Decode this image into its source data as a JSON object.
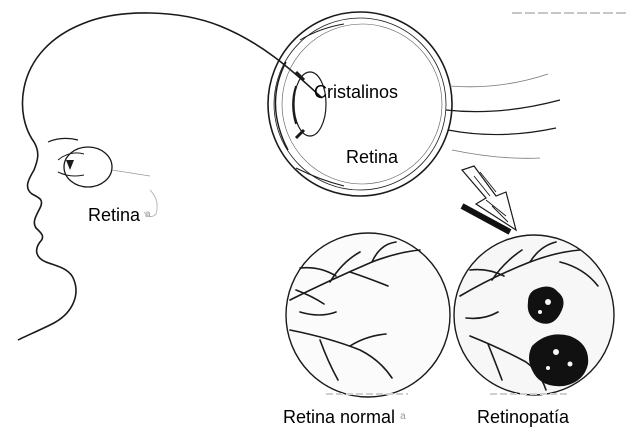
{
  "labels": {
    "cristalinos": "Cristalinos",
    "retina_eye": "Retina",
    "retina_head": "Retina",
    "retina_normal": "Retina normal",
    "retinopatia": "Retinopatía",
    "note_mark": "a"
  },
  "colors": {
    "ink": "#1a1a1a",
    "lesion": "#111111",
    "label": "#000000"
  }
}
